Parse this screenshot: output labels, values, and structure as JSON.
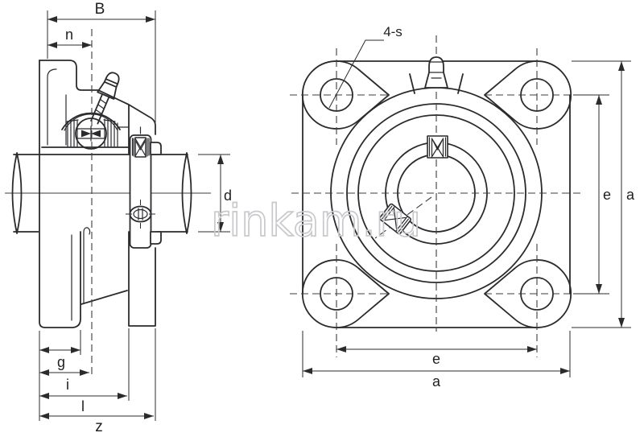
{
  "title": "flange bearing unit technical drawing",
  "watermark": {
    "text": "rinkam.ru",
    "color": "#c9c9cd"
  },
  "drawing": {
    "stroke_color": "#2b2b2e",
    "background": "#ffffff",
    "side_view": {
      "description": "sectional side view of flanged bearing unit on shaft",
      "dim_labels": {
        "overall_width": "B",
        "nipple_offset": "n",
        "shaft_diameter": "d",
        "base_width": "g",
        "center_offset": "i",
        "housing_depth": "l",
        "overall_depth": "z"
      }
    },
    "front_view": {
      "description": "front view of square 4-bolt flange unit",
      "dim_labels": {
        "bolt_callout": "4-s",
        "bolt_spacing": "e",
        "flange_size": "a"
      }
    }
  }
}
